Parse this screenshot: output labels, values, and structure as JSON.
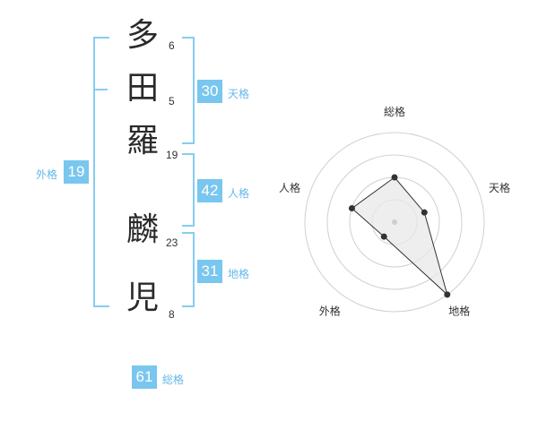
{
  "name": {
    "chars": [
      {
        "char": "多",
        "strokes": "6"
      },
      {
        "char": "田",
        "strokes": "5"
      },
      {
        "char": "羅",
        "strokes": "19"
      },
      {
        "char": "麟",
        "strokes": "23"
      },
      {
        "char": "児",
        "strokes": "8"
      }
    ]
  },
  "fortunes": {
    "tenkaku": {
      "value": "30",
      "label": "天格"
    },
    "jinkaku": {
      "value": "42",
      "label": "人格"
    },
    "chikaku": {
      "value": "31",
      "label": "地格"
    },
    "gaikaku": {
      "value": "19",
      "label": "外格"
    },
    "soukaku": {
      "value": "61",
      "label": "総格"
    }
  },
  "colors": {
    "accent": "#79c6ef",
    "bracket": "#86cdf2",
    "label": "#66b8ea"
  },
  "chart_data": {
    "type": "radar",
    "axes": [
      "総格",
      "天格",
      "地格",
      "外格",
      "人格"
    ],
    "values": [
      0.5,
      0.35,
      1.0,
      0.2,
      0.5
    ],
    "rings": 4,
    "range": [
      0,
      1
    ]
  }
}
